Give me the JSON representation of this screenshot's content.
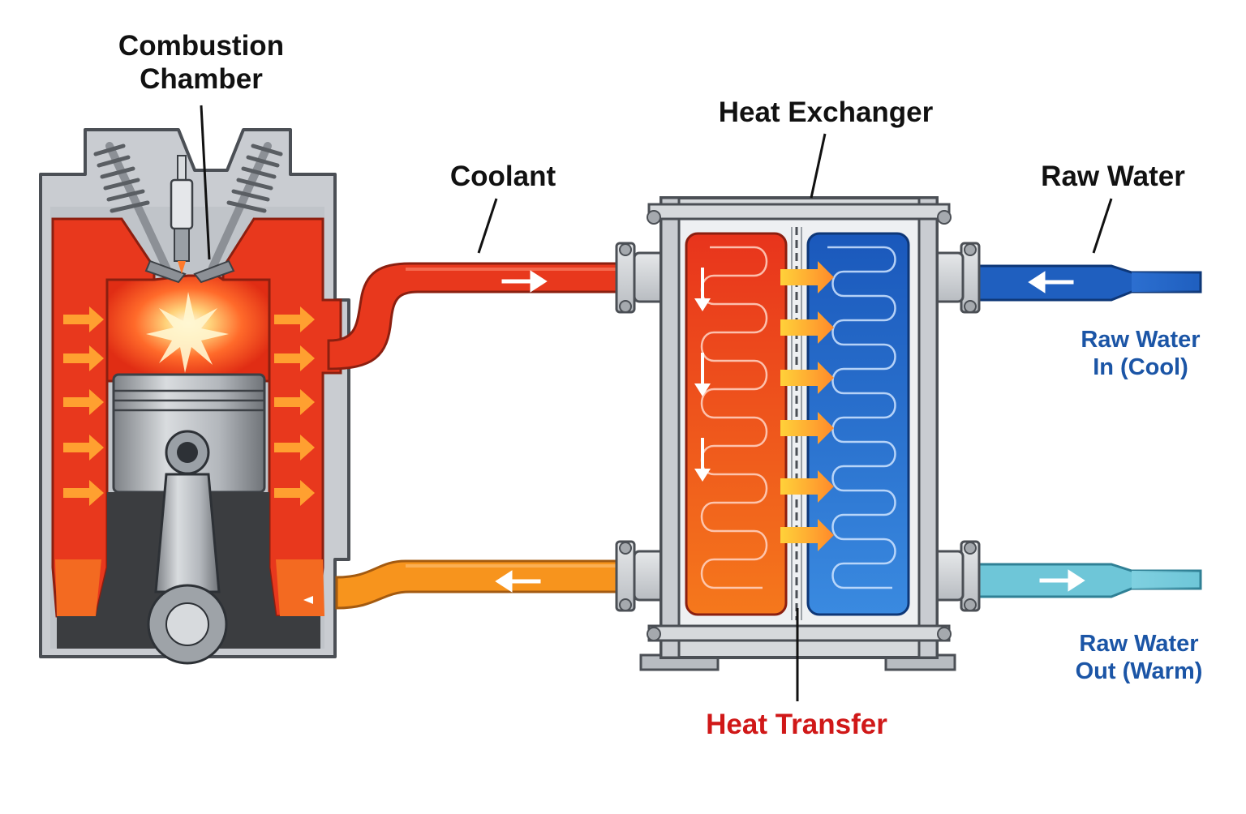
{
  "labels": {
    "combustion_chamber_line1": "Combustion",
    "combustion_chamber_line2": "Chamber",
    "coolant": "Coolant",
    "heat_exchanger": "Heat Exchanger",
    "raw_water": "Raw Water",
    "raw_water_in_line1": "Raw Water",
    "raw_water_in_line2": "In (Cool)",
    "raw_water_out_line1": "Raw Water",
    "raw_water_out_line2": "Out (Warm)",
    "heat_transfer": "Heat Transfer"
  },
  "colors": {
    "hot_coolant": "#e8381d",
    "warm_coolant": "#f7941d",
    "cool_raw_water": "#1f5fbf",
    "warm_raw_water": "#6ec6d8",
    "metal": "#c9ccd1",
    "label_blue": "#1b55a6",
    "label_red": "#d01818"
  },
  "icons": [
    "flow-arrow-icon",
    "heat-arrow-icon",
    "spark-plug-icon",
    "valve-spring-icon",
    "piston-icon",
    "connecting-rod-icon",
    "bolt-icon"
  ]
}
